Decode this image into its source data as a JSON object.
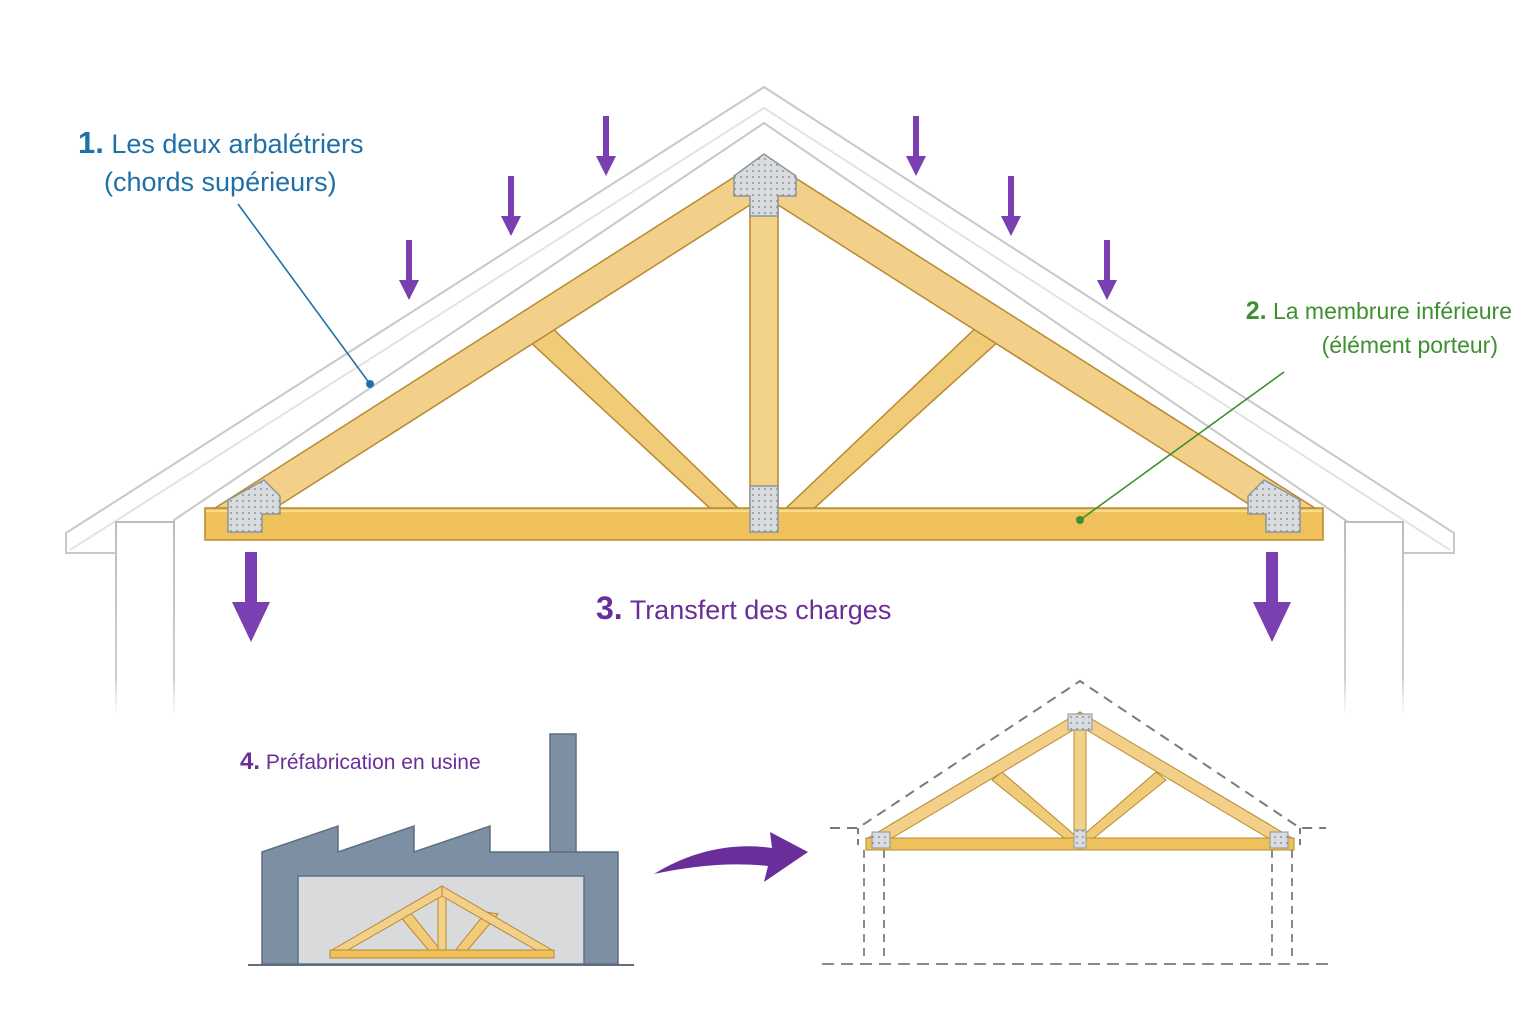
{
  "labels": {
    "top_chords": {
      "number": "1.",
      "line1": "Les deux arbalétriers",
      "line2": "(chords supérieurs)"
    },
    "bottom_chord": {
      "number": "2.",
      "line1": "La membrure inférieure",
      "line2": "(élément porteur)"
    },
    "load_transfer": {
      "number": "3.",
      "text": "Transfert des charges"
    },
    "prefabrication": {
      "number": "4.",
      "text": "Préfabrication en usine"
    }
  },
  "colors": {
    "top_chords_label": "#1f6fa8",
    "bottom_chord_label": "#3d8f2f",
    "load_label": "#6a2d9a",
    "load_arrow": "#7a3fb0",
    "wood": "#f0cc78",
    "wood_edge": "#b8892f",
    "bottom_chord_wood": "#eec15a",
    "gusset_plate": "#d6d9dc",
    "roof_outline": "#c8c8c8",
    "factory": "#7d8fa3",
    "factory_inner": "#d9dadb"
  },
  "icons": [
    "load-arrow-icon",
    "curved-arrow-icon",
    "factory-icon",
    "gusset-plate-icon"
  ]
}
